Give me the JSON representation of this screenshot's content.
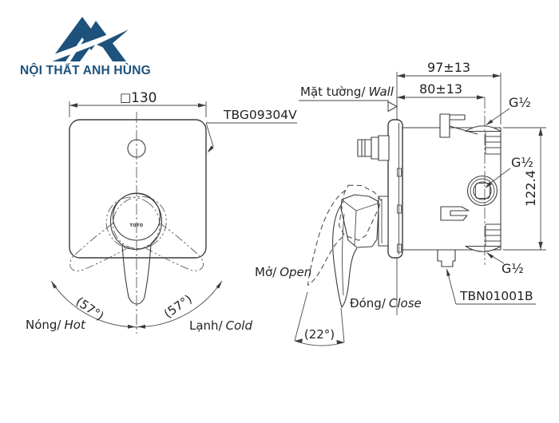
{
  "brand": {
    "name": "NỘI THẤT ANH HÙNG"
  },
  "front_view": {
    "code": "TBG09304V",
    "dim_width_prefix": "□",
    "dim_width": "130",
    "angle_hot": "(57°)",
    "angle_cold": "(57°)",
    "hot_vi": "Nóng/",
    "hot_en": "Hot",
    "cold_vi": "Lạnh/",
    "cold_en": "Cold",
    "handle_brand": "TOTO"
  },
  "side_view": {
    "code": "TBN01001B",
    "wall_vi": "Mặt tường/",
    "wall_en": "Wall",
    "dim_total_depth": "97±13",
    "dim_rough_in": "80±13",
    "dim_height": "122.4",
    "thread_top": "G½",
    "thread_middle": "G½",
    "thread_bottom": "G½",
    "open_vi": "Mở/",
    "open_en": "Open",
    "close_vi": "Đóng/",
    "close_en": "Close",
    "angle_open": "(22°)"
  },
  "colors": {
    "line": "#3c3c3c",
    "text": "#232323",
    "brand_blue": "#1d527c",
    "background": "#ffffff"
  }
}
